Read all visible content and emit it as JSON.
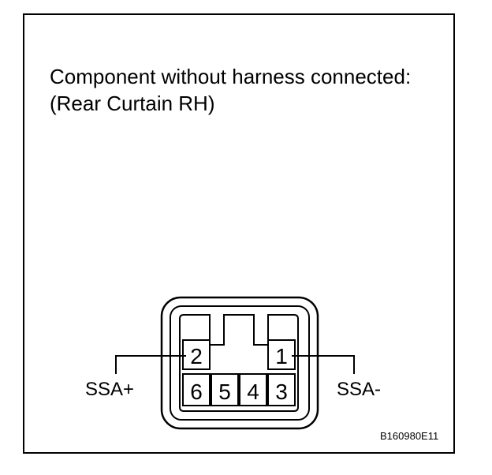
{
  "caption": {
    "line1": "Component without harness connected:",
    "line2": "(Rear Curtain RH)"
  },
  "connector": {
    "top_row_pins": [
      "2",
      "1"
    ],
    "bottom_row_pins": [
      "6",
      "5",
      "4",
      "3"
    ],
    "left_signal_label": "SSA+",
    "right_signal_label": "SSA-"
  },
  "reference_code": "B160980E11"
}
